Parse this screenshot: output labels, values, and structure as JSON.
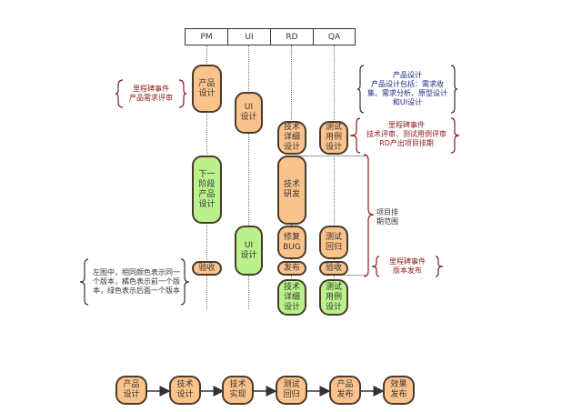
{
  "colors": {
    "orange_fill": "#fbc38c",
    "green_fill": "#b9f18a",
    "box_border": "#4a3a2a",
    "milestone_red": "#8b1a1a",
    "note_blue": "#1a2a7a"
  },
  "header": {
    "columns": [
      "PM",
      "UI",
      "RD",
      "QA"
    ]
  },
  "boxes": {
    "pm_product_design": "产品\n设计",
    "pm_next_stage_design": "下一\n阶段\n产品\n设计",
    "pm_acceptance": "验收",
    "ui_design_1": "UI\n设计",
    "ui_design_2": "UI\n设计",
    "rd_tech_detail_design_1": "技术\n详细\n设计",
    "rd_tech_dev": "技术\n研发",
    "rd_fix_bug": "修复\nBUG",
    "rd_release": "发布",
    "rd_tech_detail_design_2": "技术\n详细\n设计",
    "qa_test_case_design_1": "测试\n用例\n设计",
    "qa_test_regression": "测试\n回归",
    "qa_acceptance": "验收",
    "qa_test_case_design_2": "测试\n用例\n设计"
  },
  "annotations": {
    "milestone_pm_review": "里程碑事件\n产品需求评审",
    "product_design_note": "产品设计\n产品设计包括：需求收\n集、需求分析、原型设计\n和UI设计",
    "milestone_tech_review": "里程碑事件\n技术评审、测试用例评审\nRD产出项目排期",
    "schedule_range": "项目排\n期范围",
    "milestone_release": "里程碑事件\n版本发布",
    "color_legend": "左图中，相同颜色表示同一\n个版本，橘色表示前一个版\n本，绿色表示后面一个版本"
  },
  "flow": {
    "steps": [
      "产品\n设计",
      "技术\n设计",
      "技术\n实现",
      "测试\n回归",
      "产品\n发布",
      "效果\n发布"
    ]
  }
}
